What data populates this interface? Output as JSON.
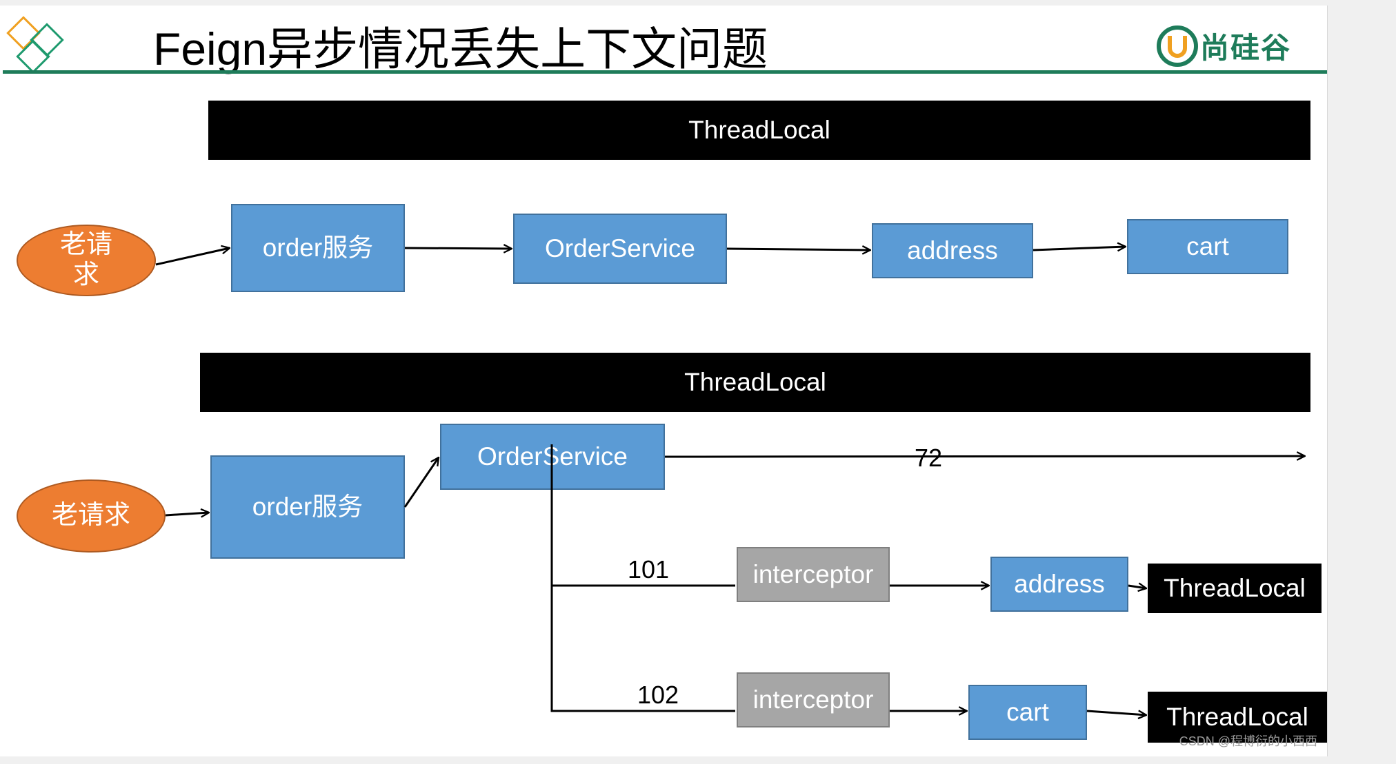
{
  "slide": {
    "title": "Feign异步情况丢失上下文问题",
    "logo": "尚硅谷"
  },
  "diagram1": {
    "band": "ThreadLocal",
    "request": "老请求",
    "nodes": [
      "order服务",
      "OrderService",
      "address",
      "cart"
    ]
  },
  "diagram2": {
    "band": "ThreadLocal",
    "request": "老请求",
    "order_service": "order服务",
    "orderservice": "OrderService",
    "main_thread": "72",
    "branch1": {
      "thread": "101",
      "interceptor": "interceptor",
      "target": "address",
      "threadlocal": "ThreadLocal"
    },
    "branch2": {
      "thread": "102",
      "interceptor": "interceptor",
      "target": "cart",
      "threadlocal": "ThreadLocal"
    }
  },
  "watermark": "CSDN @程博衍的小西西",
  "colors": {
    "accent": "#1e7c5a",
    "box": "#5b9bd5",
    "request": "#ed7d31",
    "interceptor": "#a6a6a6"
  }
}
